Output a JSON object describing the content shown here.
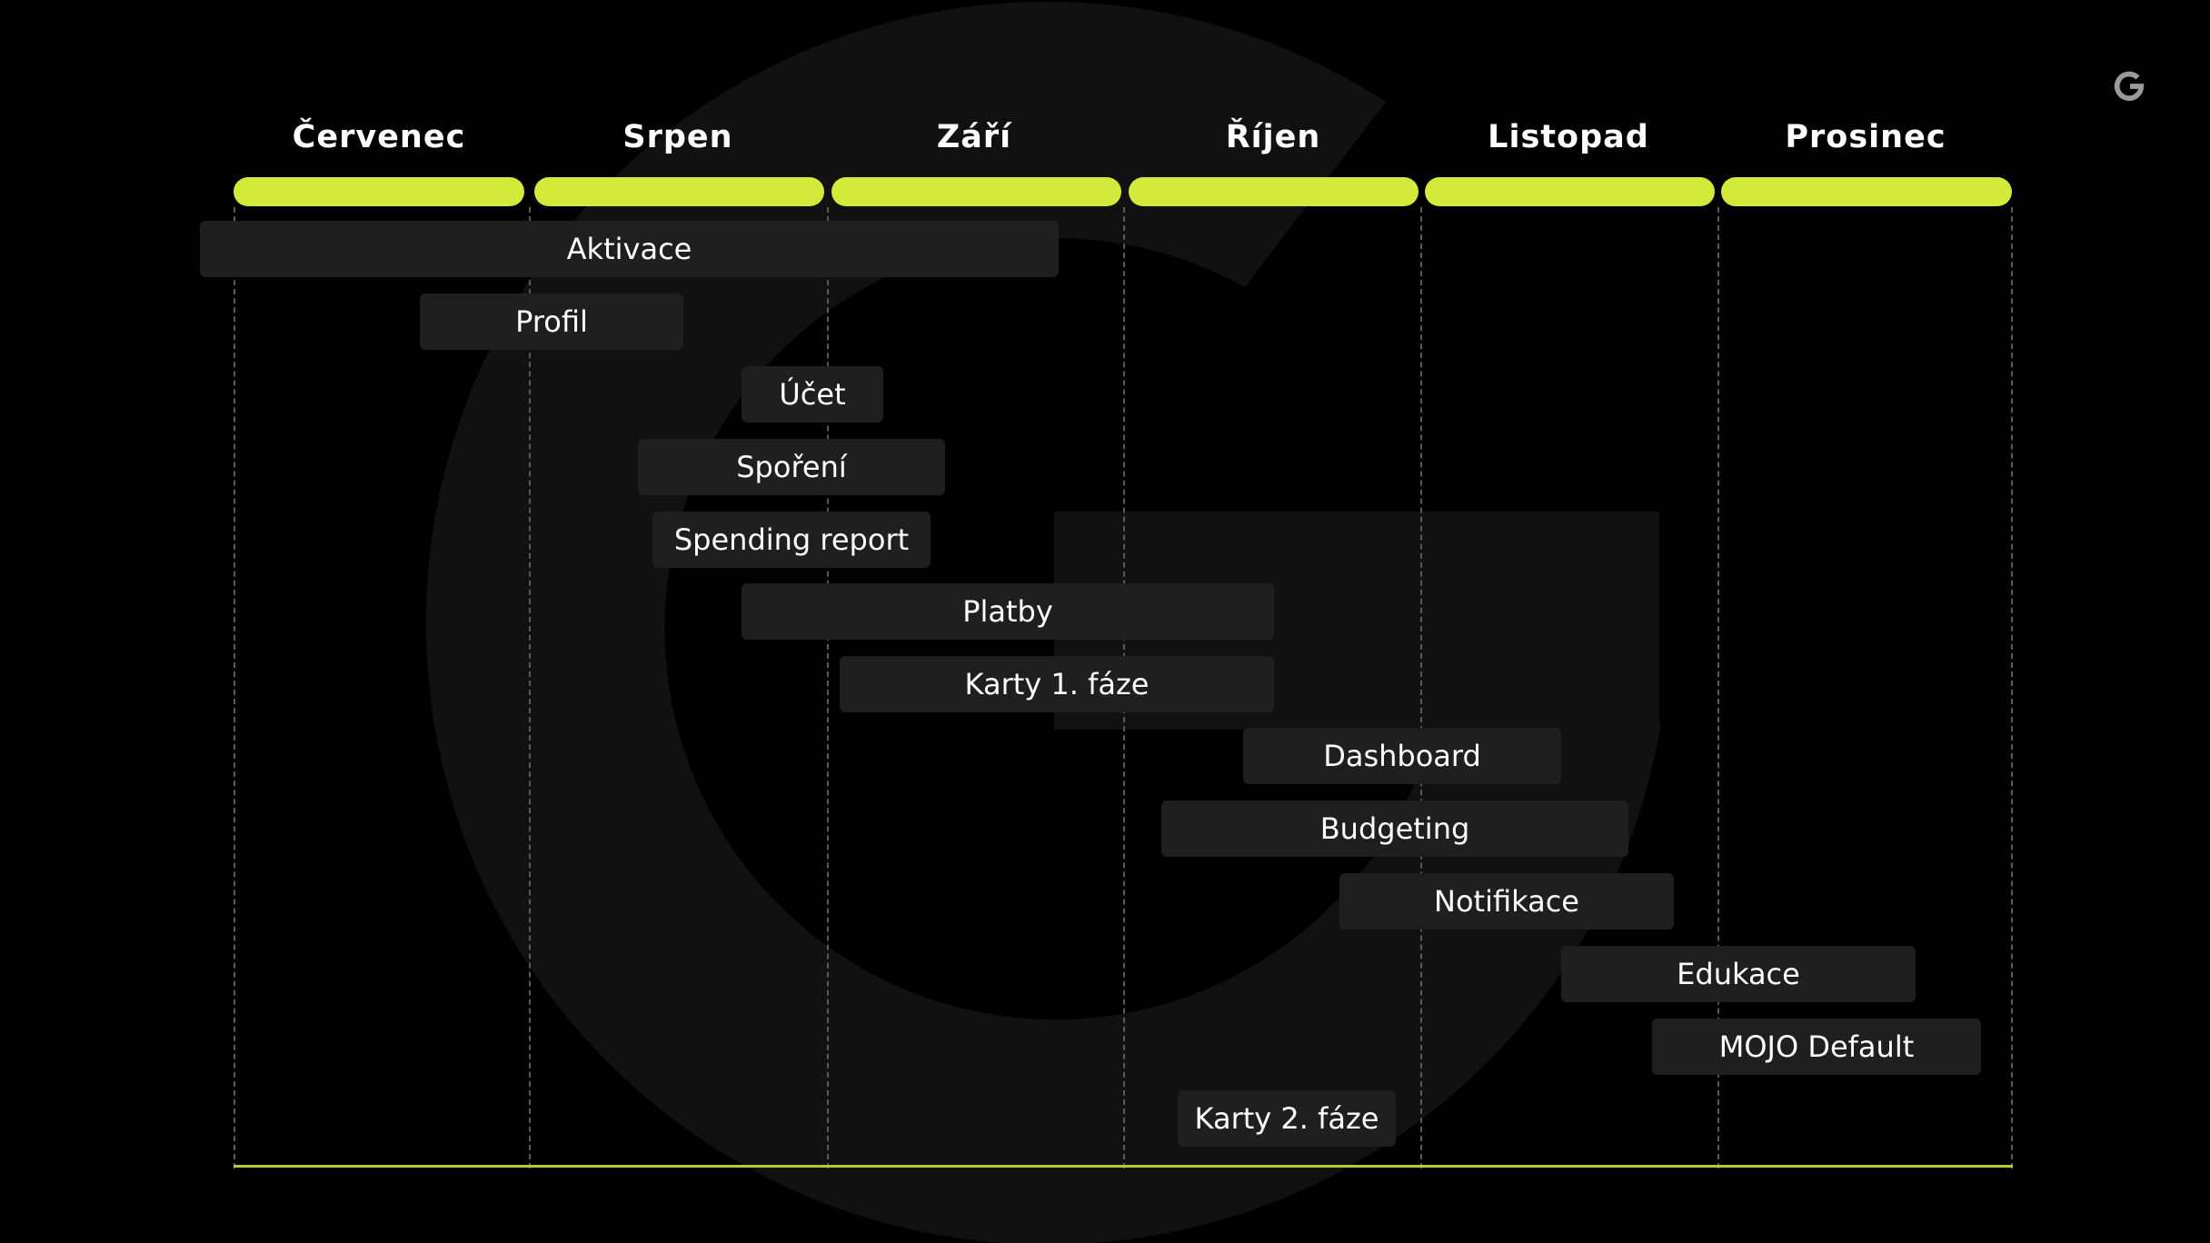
{
  "months": [
    "Červenec",
    "Srpen",
    "Září",
    "Říjen",
    "Listopad",
    "Prosinec"
  ],
  "tasks": [
    {
      "label": "Aktivace"
    },
    {
      "label": "Profil"
    },
    {
      "label": "Účet"
    },
    {
      "label": "Spoření"
    },
    {
      "label": "Spending report"
    },
    {
      "label": "Platby"
    },
    {
      "label": "Karty 1. fáze"
    },
    {
      "label": "Dashboard"
    },
    {
      "label": "Budgeting"
    },
    {
      "label": "Notifikace"
    },
    {
      "label": "Edukace"
    },
    {
      "label": "MOJO Default"
    },
    {
      "label": "Karty 2. fáze"
    }
  ],
  "colors": {
    "background": "#000000",
    "accent": "#d4ea3a",
    "task_fill": "#1f1f1f",
    "logo_watermark": "#111111"
  },
  "icons": {
    "background": "brand-g-logo-watermark",
    "corner": "brand-g-logo-icon"
  }
}
